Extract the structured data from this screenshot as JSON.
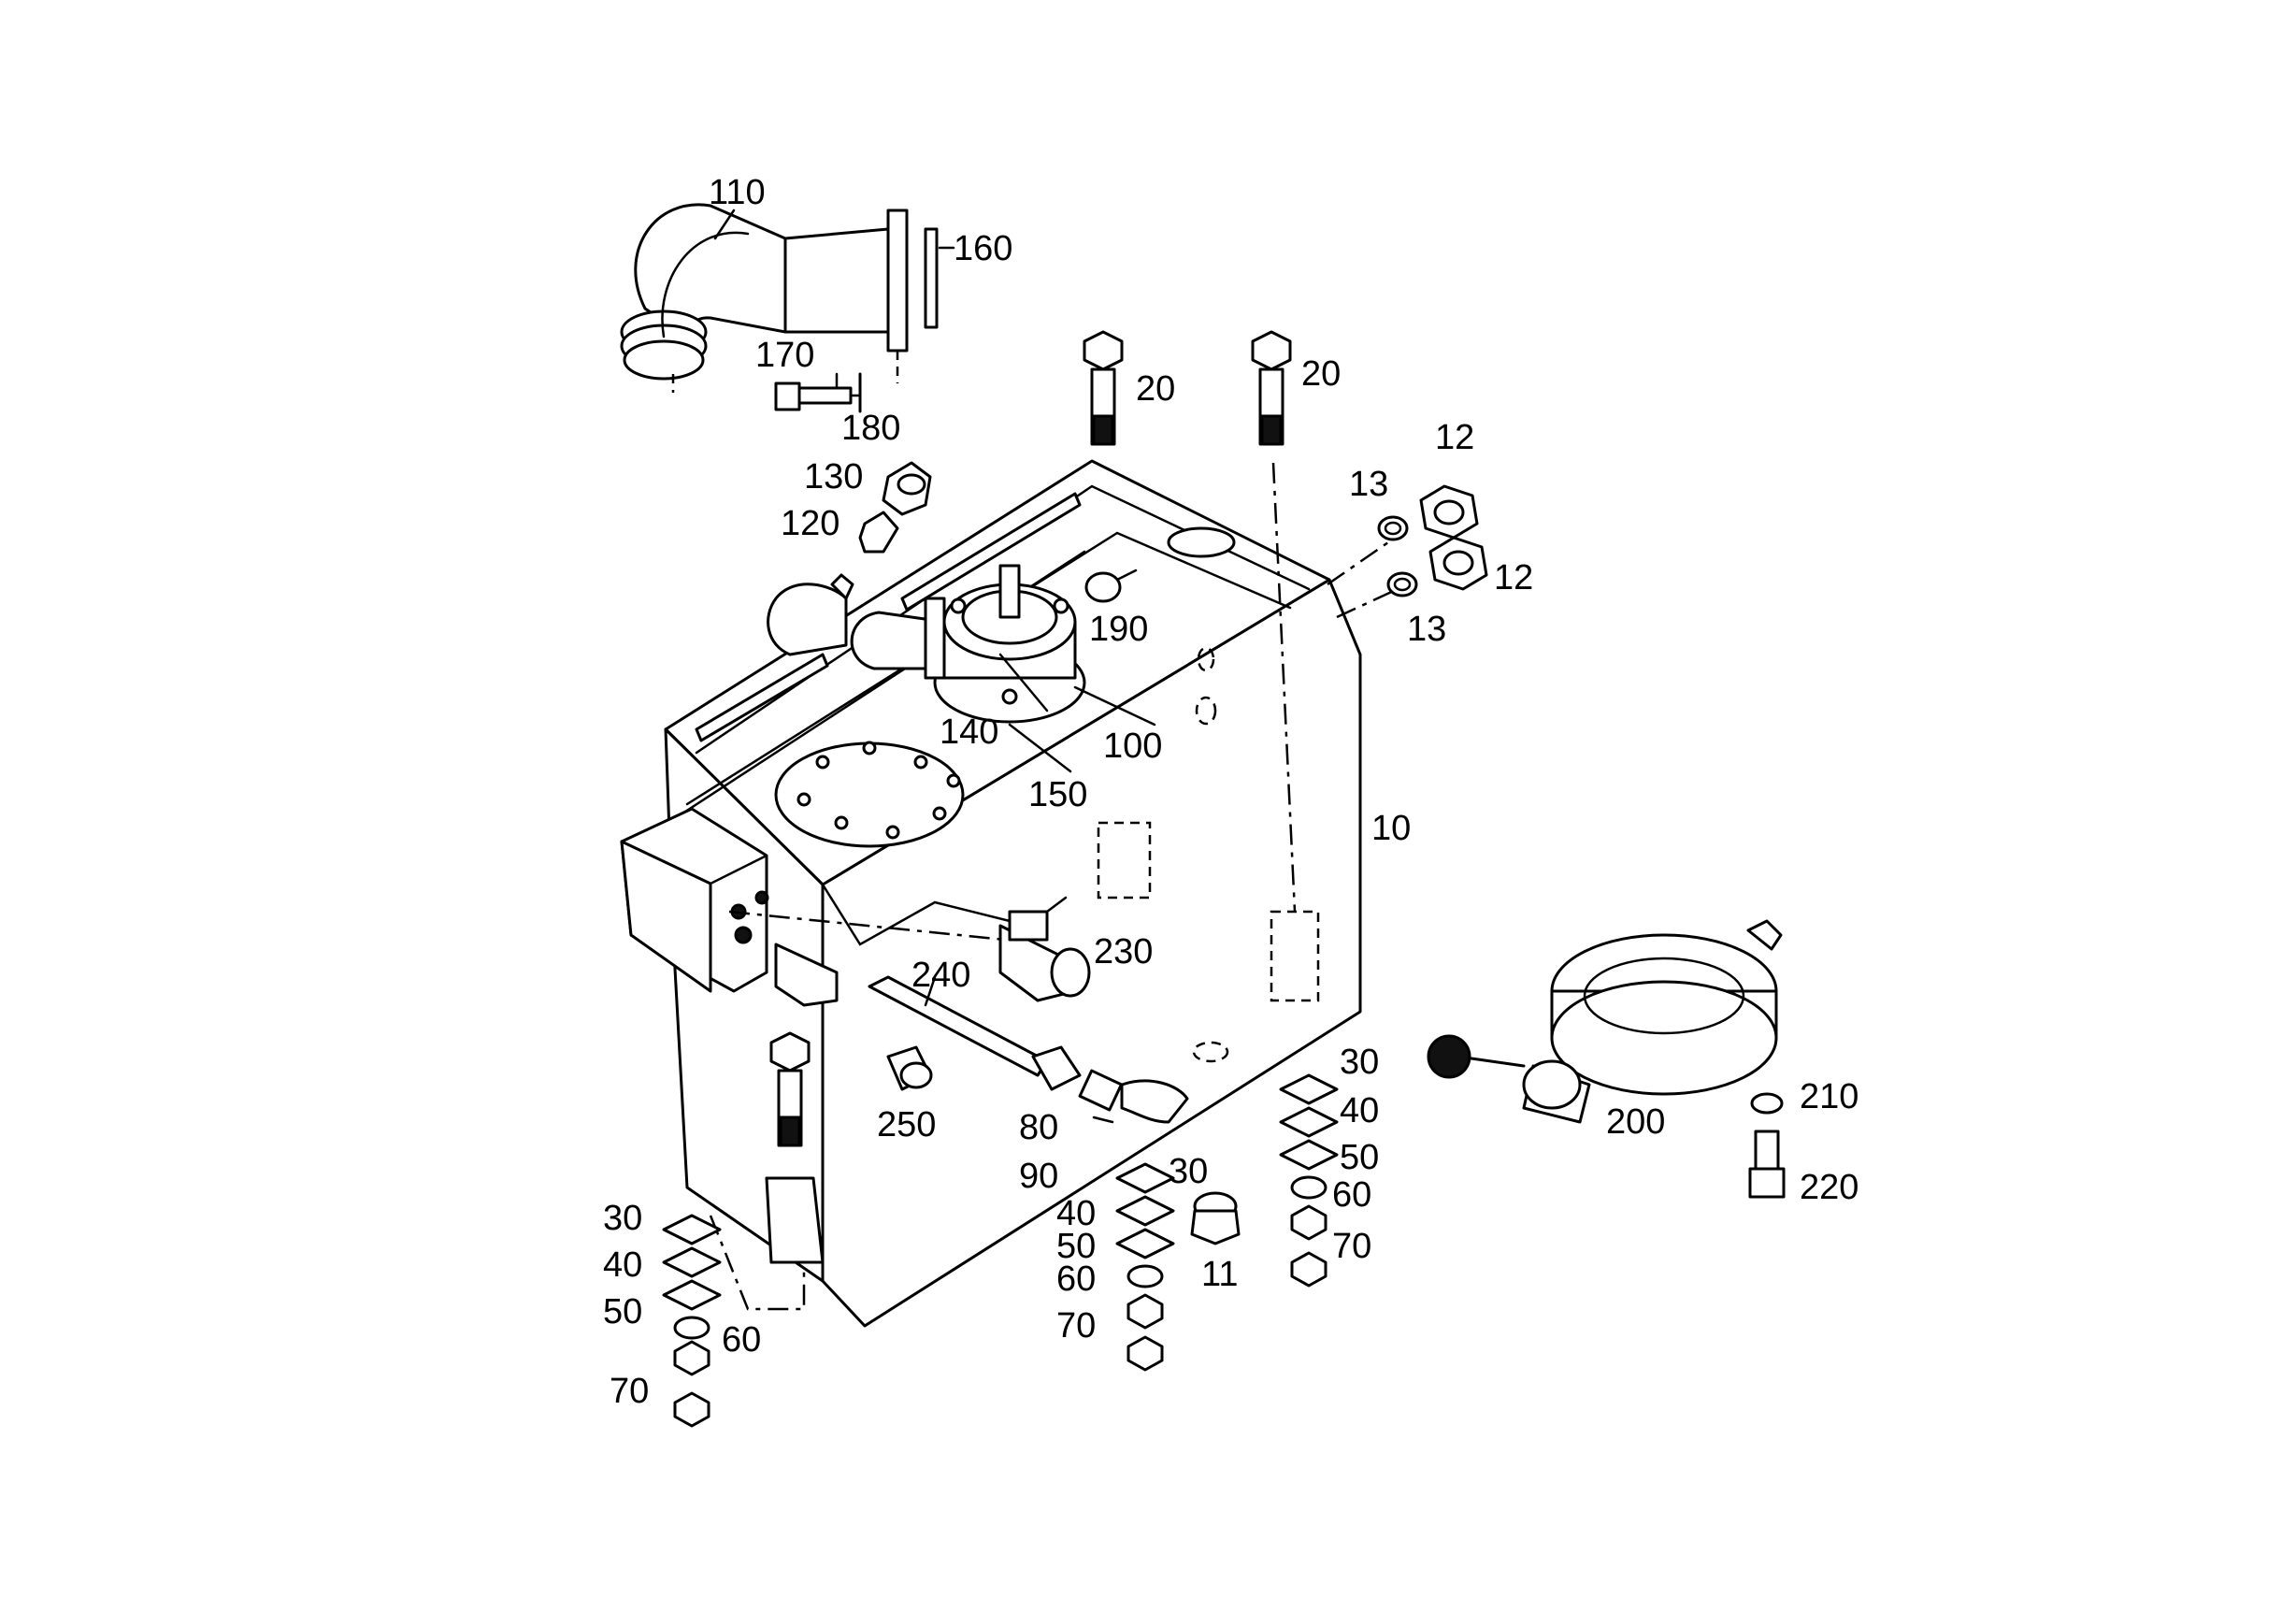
{
  "labels": {
    "p10": "10",
    "p11": "11",
    "p12a": "12",
    "p12b": "12",
    "p13a": "13",
    "p13b": "13",
    "p20a": "20",
    "p20b": "20",
    "p30a": "30",
    "p30b": "30",
    "p30c": "30",
    "p40a": "40",
    "p40b": "40",
    "p40c": "40",
    "p50a": "50",
    "p50b": "50",
    "p50c": "50",
    "p60a": "60",
    "p60b": "60",
    "p60c": "60",
    "p70a": "70",
    "p70b": "70",
    "p70c": "70",
    "p80": "80",
    "p90": "90",
    "p100": "100",
    "p110": "110",
    "p120": "120",
    "p130": "130",
    "p140": "140",
    "p150": "150",
    "p160": "160",
    "p170": "170",
    "p180": "180",
    "p190": "190",
    "p200": "200",
    "p210": "210",
    "p220": "220",
    "p230": "230",
    "p240": "240",
    "p250": "250"
  },
  "colors": {
    "line": "#000000",
    "background": "#ffffff"
  }
}
